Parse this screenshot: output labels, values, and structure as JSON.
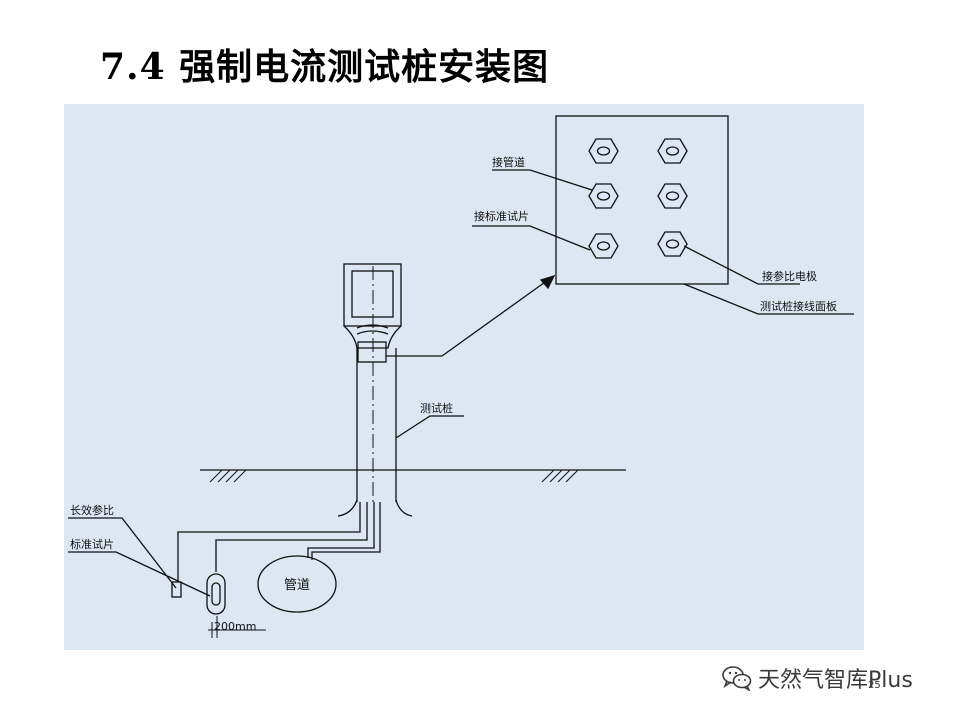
{
  "slide": {
    "title": "7.4 强制电流测试桩安装图",
    "page_number": "25"
  },
  "diagram": {
    "labels": {
      "pipe_connect": "接管道",
      "standard_coupon_connect": "接标准试片",
      "reference_electrode_connect": "接参比电极",
      "wiring_panel": "测试桩接线面板",
      "test_pile": "测试桩",
      "long_term_reference": "长效参比",
      "standard_coupon": "标准试片",
      "pipeline": "管道",
      "spacing": "200mm"
    }
  },
  "watermark": {
    "text": "天然气智库Plus",
    "icon": "wechat-icon"
  },
  "colors": {
    "diagram_background": "#dde6f2",
    "line": "#111111"
  }
}
